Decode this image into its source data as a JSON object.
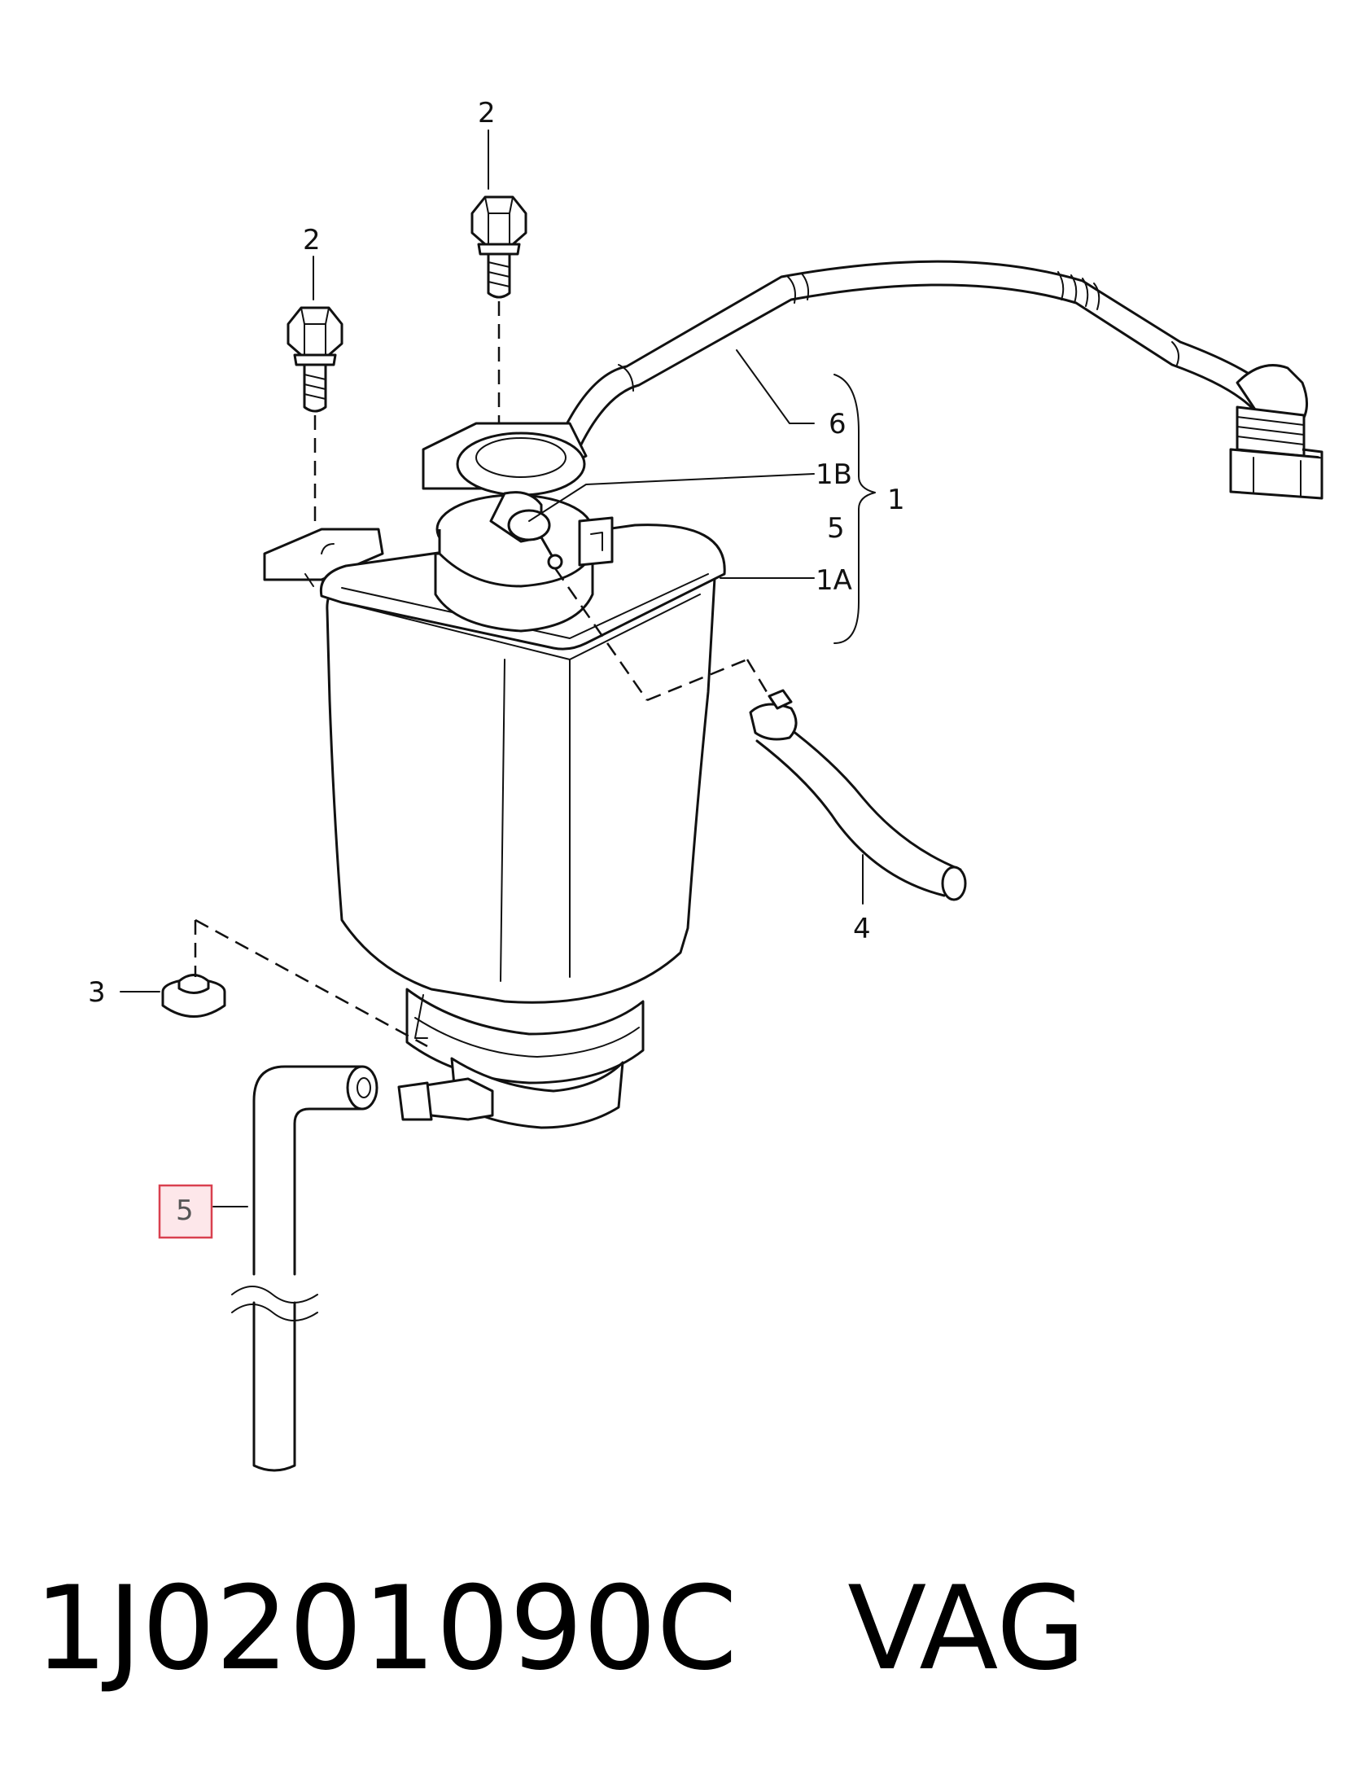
{
  "callouts": {
    "bolt_top": "2",
    "bolt_left": "2",
    "hose_line": "6",
    "sender": "1B",
    "sender_part": "5",
    "cap": "1A",
    "assembly": "1",
    "hose_right": "4",
    "plug": "3",
    "hose_bottom": "5"
  },
  "highlight": {
    "color": "#d9404f",
    "fill": "#fde7ea"
  },
  "footer": {
    "part_number": "1J0201090C",
    "brand": "VAG"
  }
}
